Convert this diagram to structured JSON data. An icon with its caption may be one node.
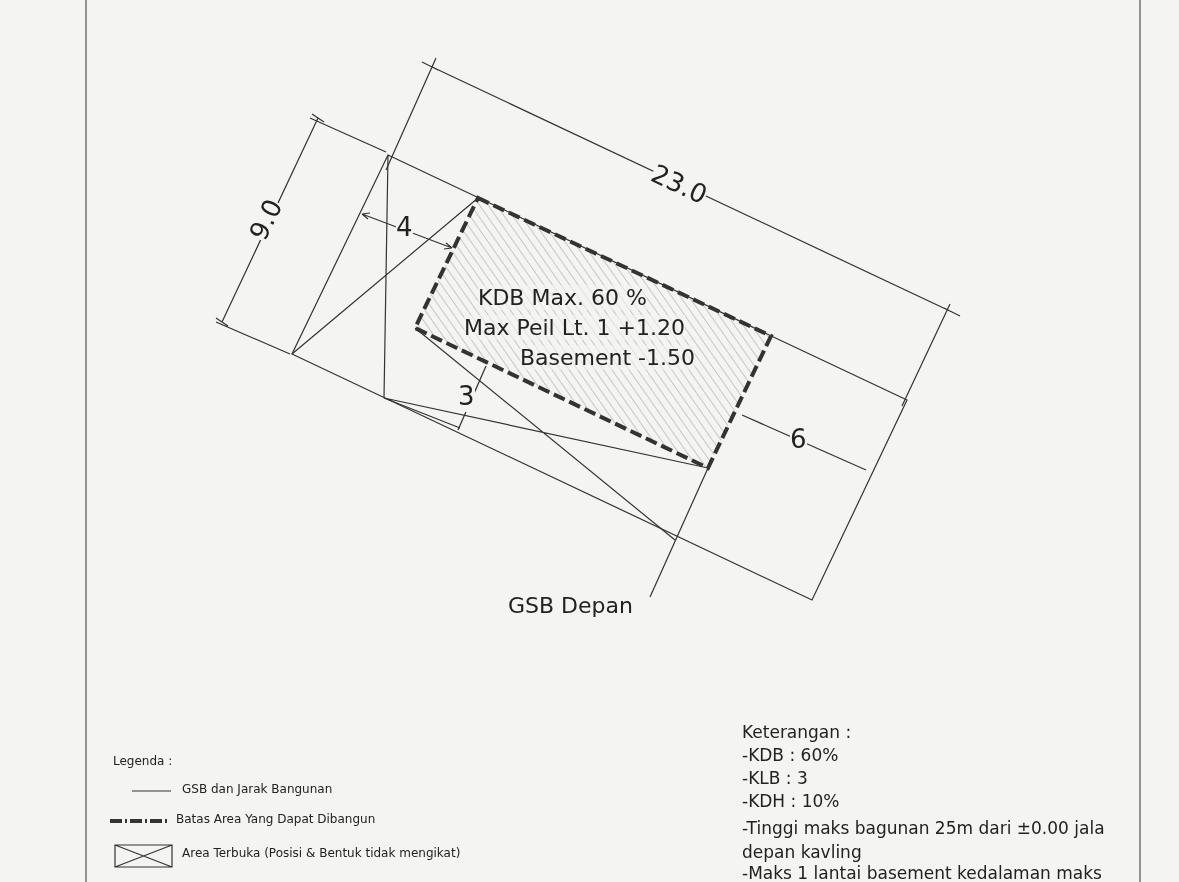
{
  "diagram": {
    "nodes": [
      {
        "text": [
          "KDB Max. 60 %",
          "Max  Peil Lt. 1 +1.20",
          "Basement -1.50"
        ]
      }
    ],
    "edges": [],
    "labels": [
      "23.0",
      "9.0",
      "4",
      "3",
      "6",
      "GSB Depan",
      "Keterangan :",
      "-KDB  : 60%",
      "-KLB   : 3",
      "-KDH  : 10%",
      "-Tinggi maks bagunan 25m dari ±0.00 jala depan kavling",
      "-Maks 1 lantai basement kedalaman maks",
      "Legenda :"
    ],
    "legend": [
      {
        "text": "GSB dan Jarak Bangunan"
      },
      {
        "text": "Batas Area Yang Dapat Dibangun"
      },
      {
        "text": "Area Terbuka (Posisi & Bentuk tidak mengikat)"
      }
    ]
  }
}
